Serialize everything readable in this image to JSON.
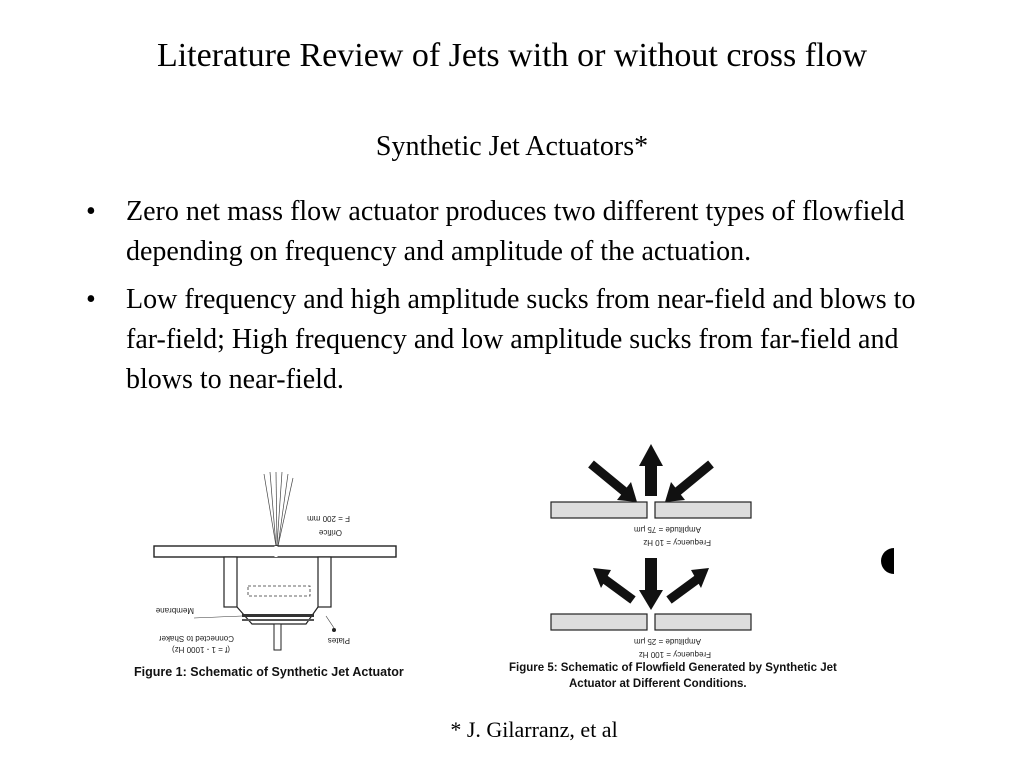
{
  "slide": {
    "title": "Literature Review of Jets with or without cross flow",
    "subtitle": "Synthetic Jet Actuators*",
    "bullet_symbol": "•",
    "bullets": [
      "Zero net mass flow actuator produces two different types of flowfield depending on frequency and amplitude of the actuation.",
      "Low frequency and high amplitude sucks from near-field and blows to far-field; High frequency and low amplitude sucks from far-field and blows to near-field."
    ],
    "footnote": "* J. Gilarranz, et al"
  },
  "figure1": {
    "caption": "Figure 1: Schematic of Synthetic Jet Actuator",
    "labels": {
      "focal": "F = 200 mm",
      "orifice": "Orifice",
      "membrane": "Membrane",
      "shaker_line1": "Connected to Shaker",
      "shaker_line2": "(f = 1 - 1000 Hz)",
      "plates": "Plates"
    }
  },
  "figure5": {
    "caption_line1": "Figure 5: Schematic of Flowfield Generated by Synthetic Jet",
    "caption_line2": "Actuator at Different Conditions.",
    "upper": {
      "frequency": "Frequency = 10 Hz",
      "amplitude": "Amplitude = 75 μm"
    },
    "lower": {
      "frequency": "Frequency = 100 Hz",
      "amplitude": "Amplitude = 25 μm"
    }
  }
}
